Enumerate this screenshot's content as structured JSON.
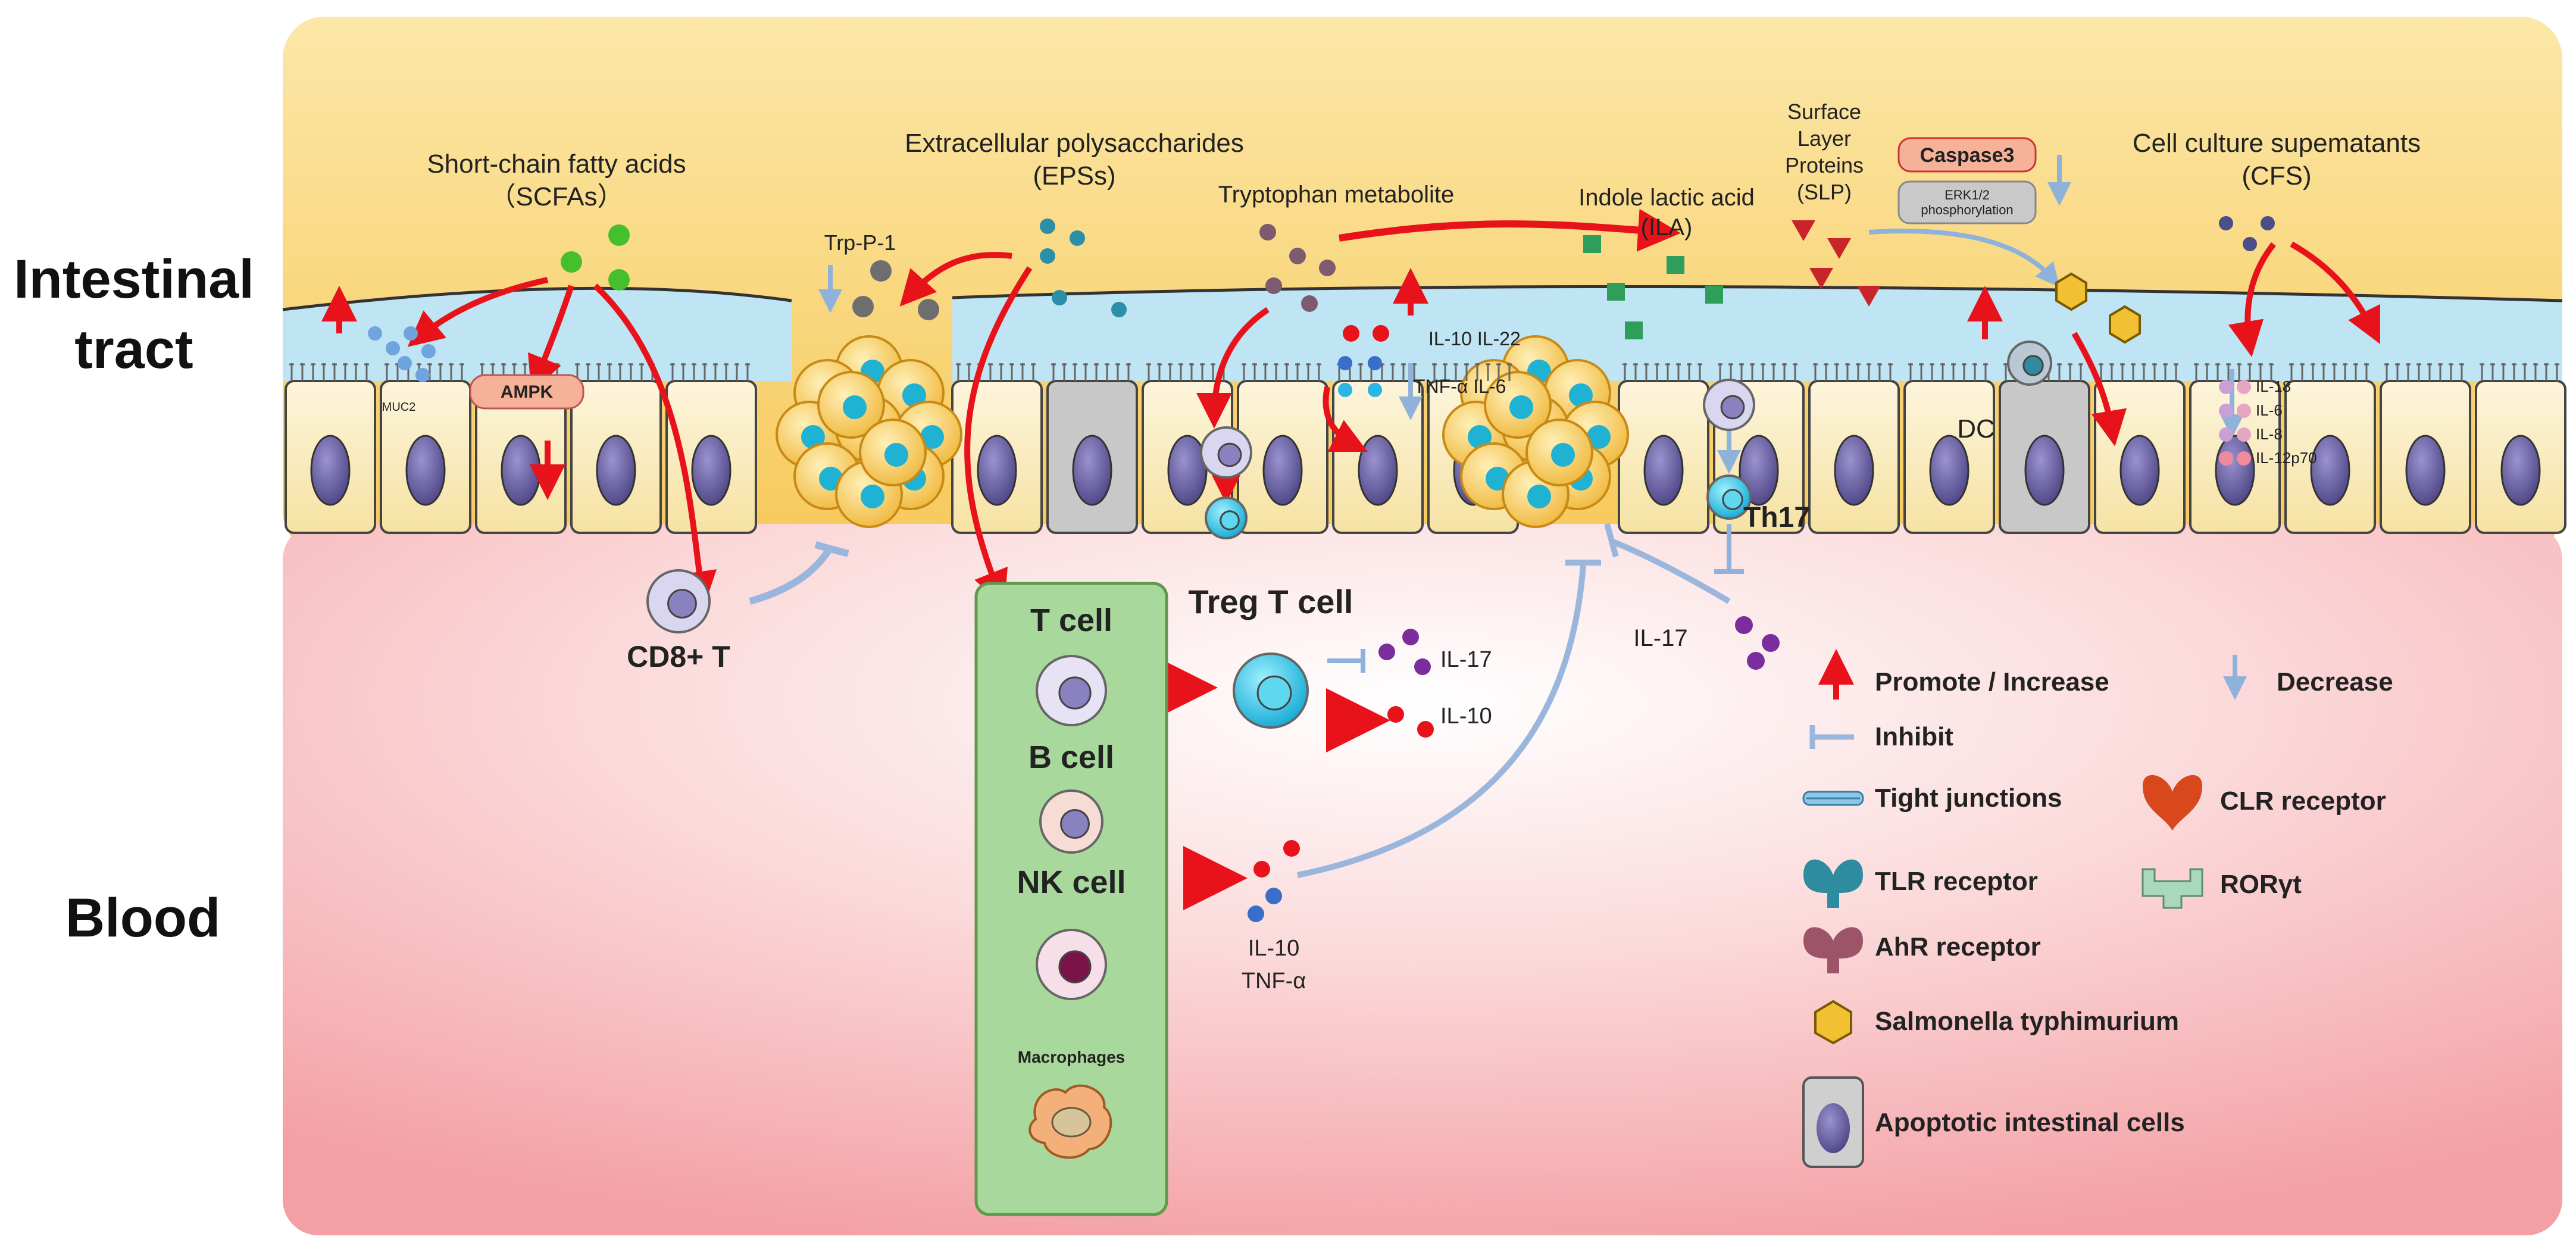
{
  "regions": {
    "intestinal": "Intestinal tract",
    "intestinal_line1": "Intestinal",
    "intestinal_line2": "tract",
    "blood": "Blood"
  },
  "colors": {
    "lumen_top": "#fbe3a0",
    "lumen_bottom": "#f6c24a",
    "mucus": "#bfe3f2",
    "epithelium": "#fbefc8",
    "nucleus": "#6e63a7",
    "blood_pink": "#f5a0a3",
    "immune_box": "#a8d89c",
    "promote_arrow": "#e8131a",
    "decrease_arrow": "#8fb2da",
    "inhibit_line": "#9bb6dc"
  },
  "labels": {
    "scfa_l1": "Short-chain fatty acids",
    "scfa_l2": "（SCFAs）",
    "eps_l1": "Extracellular polysaccharides",
    "eps_l2": "(EPSs)",
    "trp": "Trp-P-1",
    "tryptophan": "Tryptophan  metabolite",
    "ila_l1": "Indole lactic acid",
    "ila_l2": "(ILA)",
    "slp_l1": "Surface",
    "slp_l2": "Layer",
    "slp_l3": "Proteins",
    "slp_l4": "(SLP)",
    "caspase": "Caspase3",
    "erk_l1": "ERK1/2",
    "erk_l2": "phosphorylation",
    "cfs_l1": "Cell culture supematants",
    "cfs_l2": "(CFS)",
    "muc2": "MUC2",
    "ampk": "AMPK",
    "il10_il22": "IL-10  IL-22",
    "tnf_il6": "TNF-α IL-6",
    "dc": "DC",
    "th17": "Th17",
    "cytokines_cfs": [
      "IL-18",
      "IL-6",
      "IL-8",
      "IL-12p70"
    ],
    "cd8": "CD8+ T",
    "il17_blood": "IL-17",
    "t_cell": "T cell",
    "b_cell": "B cell",
    "nk_cell": "NK cell",
    "macrophages": "Macrophages",
    "treg": "Treg T cell",
    "treg_il17": "IL-17",
    "treg_il10": "IL-10",
    "nk_il10": "IL-10",
    "nk_tnf": "TNF-α"
  },
  "legend": {
    "promote": "Promote / Increase",
    "decrease": "Decrease",
    "inhibit": "Inhibit",
    "tight_junctions": "Tight junctions",
    "clr": "CLR receptor",
    "tlr": "TLR receptor",
    "roryt": "RORγt",
    "ahr": "AhR receptor",
    "salmonella": "Salmonella typhimurium",
    "apoptotic": "Apoptotic  intestinal cells"
  }
}
